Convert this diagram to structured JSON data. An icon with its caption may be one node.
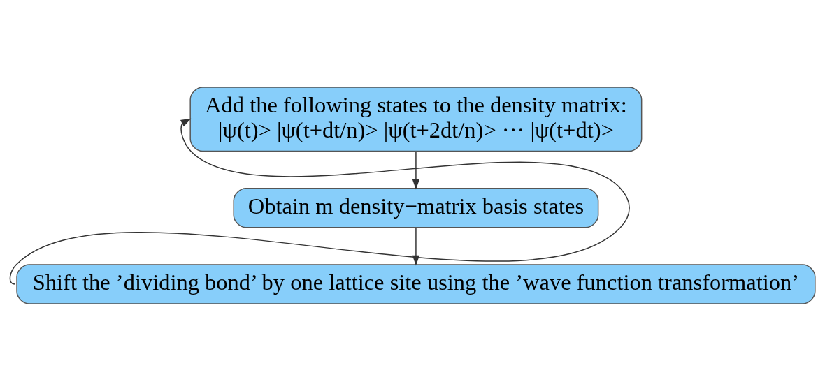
{
  "diagram": {
    "nodes": [
      {
        "text": [
          "Add the following states to the density matrix:",
          "|ψ(t)> |ψ(t+dt/n)> |ψ(t+2dt/n)> ··· |ψ(t+dt)>"
        ]
      },
      {
        "text": [
          "Obtain m density−matrix basis states"
        ]
      },
      {
        "text": [
          "Shift the ’dividing bond’ by one lattice site using the ’wave function transformation’"
        ]
      }
    ],
    "edges": [
      {
        "from": 0,
        "to": 1,
        "arrow": "to"
      },
      {
        "from": 1,
        "to": 2,
        "arrow": "to"
      },
      {
        "from": 2,
        "to": 0,
        "arrow": "to"
      }
    ]
  }
}
